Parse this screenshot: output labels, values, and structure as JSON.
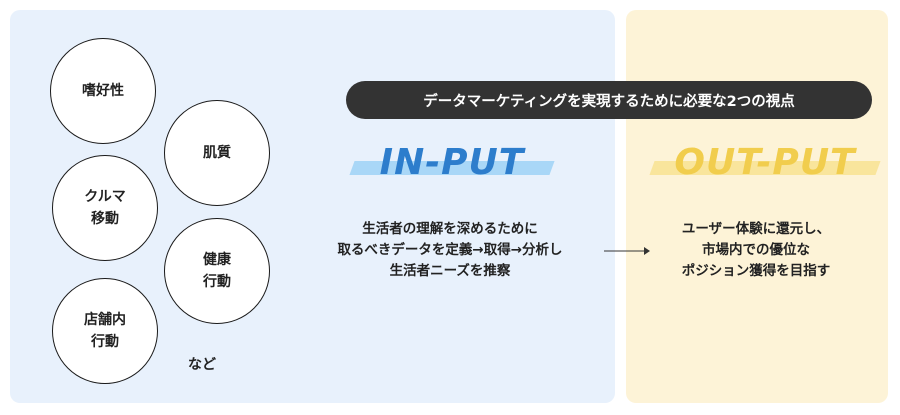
{
  "circles": [
    {
      "label": "嗜好性"
    },
    {
      "label": "肌質"
    },
    {
      "label": "クルマ\n移動"
    },
    {
      "label": "健康\n行動"
    },
    {
      "label": "店舗内\n行動"
    }
  ],
  "etc_label": "など",
  "banner_text": "データマーケティングを実現するために必要な2つの視点",
  "input": {
    "heading": "IN-PUT",
    "lines": [
      "生活者の理解を深めるために",
      "取るべきデータを定義→取得→分析し",
      "生活者ニーズを推察"
    ]
  },
  "output": {
    "heading": "OUT-PUT",
    "lines": [
      "ユーザー体験に還元し、",
      "市場内での優位な",
      "ポジション獲得を目指す"
    ]
  },
  "colors": {
    "input_panel": "#e8f1fc",
    "output_panel": "#fdf3d7",
    "input_heading": "#2d7dcc",
    "output_heading": "#f1cd4d",
    "banner": "#333333"
  }
}
